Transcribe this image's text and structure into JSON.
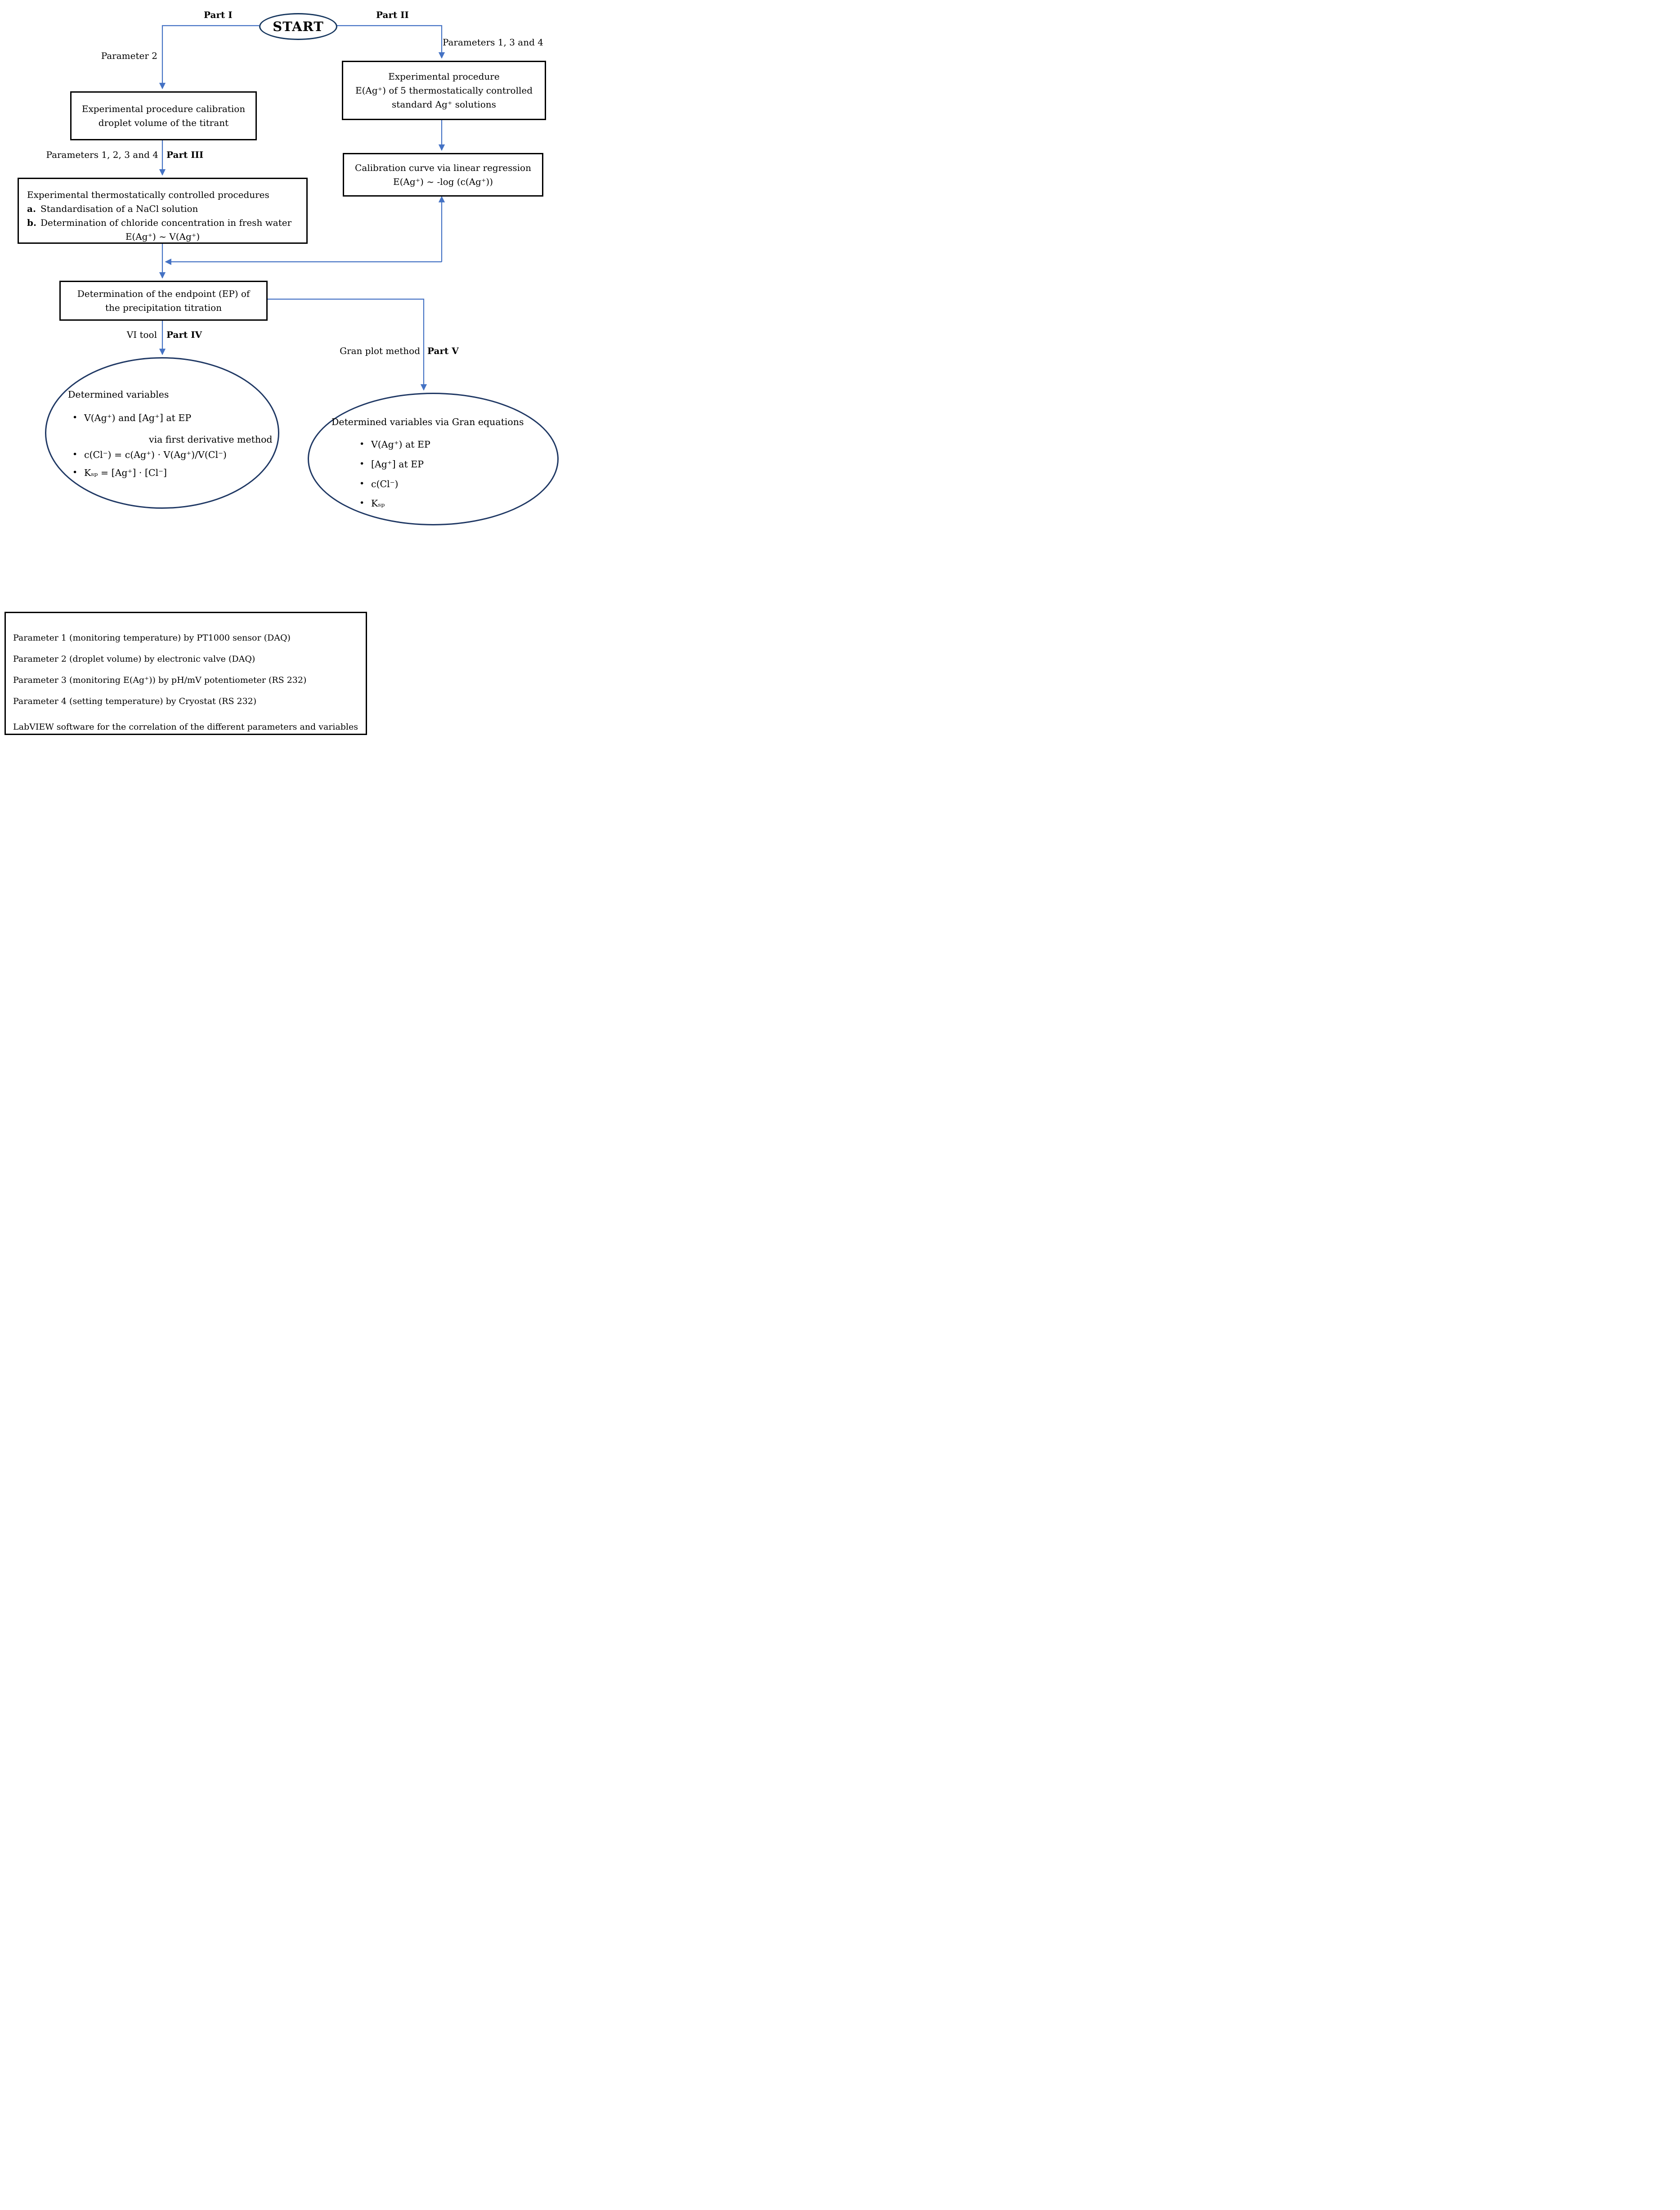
{
  "colors": {
    "connector_line": "#4472C4",
    "ellipse_border": "#1F3864",
    "box_border": "#000000"
  },
  "start": {
    "label": "START"
  },
  "labels": {
    "part_i": "Part I",
    "part_ii": "Part II",
    "part_iii": "Part III",
    "part_iv": "Part IV",
    "part_v": "Part V",
    "parameter_2": "Parameter 2",
    "parameters_134": "Parameters 1, 3 and 4",
    "parameters_1234": "Parameters 1, 2, 3 and 4",
    "vi_tool": "VI tool",
    "gran_plot": "Gran plot method"
  },
  "bullet_char": "•",
  "boxes": {
    "droplet_calibration": {
      "lines": [
        "Experimental procedure calibration",
        "droplet volume of the titrant"
      ]
    },
    "standard_solutions": {
      "lines": [
        "Experimental procedure",
        "E(Ag⁺) of 5 thermostatically controlled",
        "standard Ag⁺ solutions"
      ]
    },
    "calibration_curve": {
      "lines": [
        "Calibration curve via linear regression",
        "E(Ag⁺) ~ -log (c(Ag⁺))"
      ]
    },
    "thermostatic_procedures": {
      "title": "Experimental thermostatically controlled procedures",
      "items": [
        {
          "marker": "a.",
          "text": "Standardisation of a NaCl solution"
        },
        {
          "marker": "b.",
          "text": "Determination of chloride concentration in fresh water"
        }
      ],
      "equation": "E(Ag⁺) ~ V(Ag⁺)"
    },
    "endpoint_determination": {
      "lines": [
        "Determination of the endpoint (EP) of",
        "the precipitation titration"
      ]
    }
  },
  "ellipses": {
    "first_derivative": {
      "title": "Determined variables",
      "bullets": [
        "V(Ag⁺) and [Ag⁺] at EP",
        "c(Cl⁻) = c(Ag⁺) · V(Ag⁺)/V(Cl⁻)",
        "Kₛₚ = [Ag⁺] · [Cl⁻]"
      ],
      "note": "via first derivative method"
    },
    "gran": {
      "title": "Determined variables via Gran equations",
      "bullets": [
        "V(Ag⁺) at EP",
        "[Ag⁺] at EP",
        "c(Cl⁻)",
        "Kₛₚ"
      ]
    }
  },
  "legend_box": {
    "lines": [
      "Parameter 1 (monitoring temperature) by PT1000 sensor (DAQ)",
      "Parameter 2 (droplet volume) by electronic valve (DAQ)",
      "Parameter 3 (monitoring E(Ag⁺)) by pH/mV potentiometer (RS 232)",
      "Parameter 4 (setting temperature) by Cryostat (RS 232)",
      "LabVIEW software for the correlation of the different parameters and variables"
    ]
  }
}
